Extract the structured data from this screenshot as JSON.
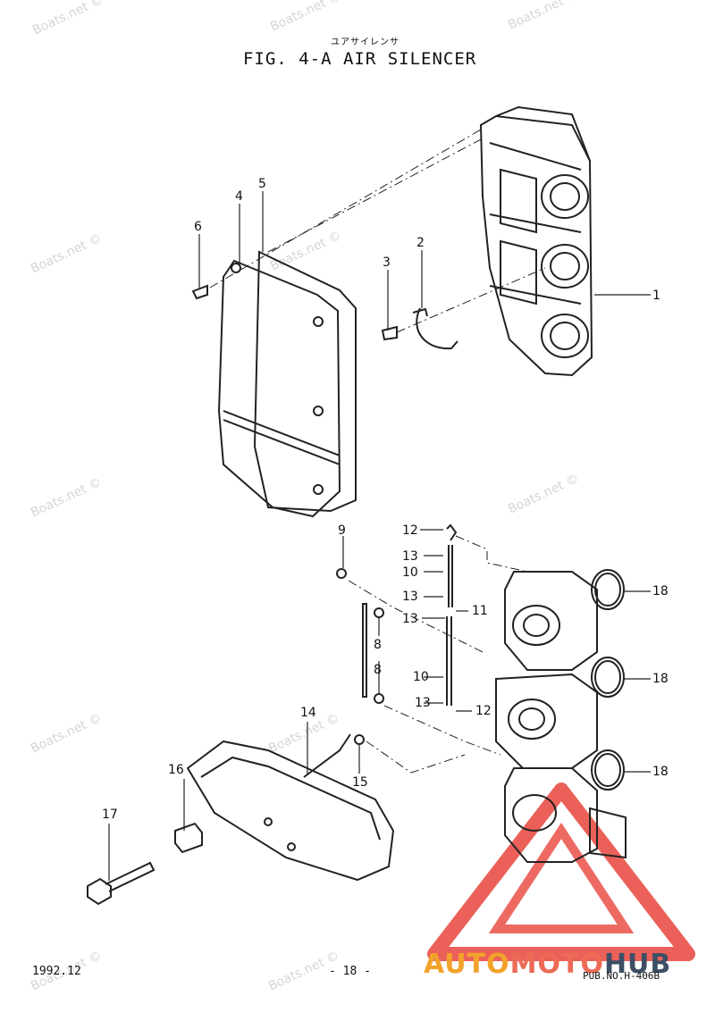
{
  "header": {
    "title_japanese": "ユアサイレンサ",
    "title": "FIG.  4-A AIR SILENCER"
  },
  "footer": {
    "date": "1992.12",
    "page": "- 18 -",
    "publication": "PUB.NO.H-406B"
  },
  "watermark": {
    "text": "Boats.net ©"
  },
  "logo": {
    "part1": "AUTO",
    "part2": "MOTO",
    "part3": "HUB"
  },
  "callouts": [
    "1",
    "2",
    "3",
    "4",
    "5",
    "6",
    "8",
    "8",
    "9",
    "10",
    "10",
    "11",
    "12",
    "12",
    "13",
    "13",
    "13",
    "13",
    "14",
    "15",
    "16",
    "17",
    "18",
    "18",
    "18"
  ],
  "colors": {
    "logo_auto": "#f2a32a",
    "logo_moto": "#ec6b57",
    "logo_hub": "#3d4f66",
    "logo_triangle": "#e8453c"
  }
}
